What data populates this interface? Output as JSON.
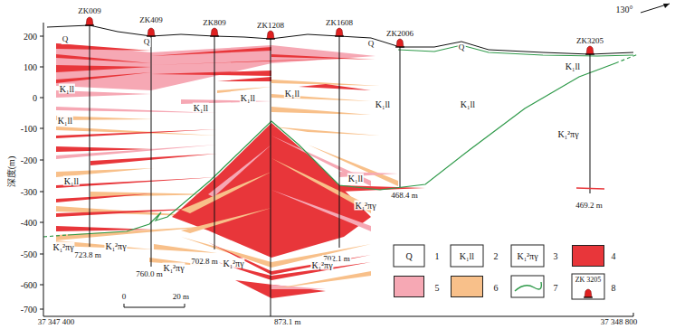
{
  "diagram": {
    "labels": [
      "ZK009",
      "ZK409",
      "ZK809",
      "ZK1208",
      "ZK1608",
      "ZK2006",
      "ZK3205",
      "723.8 m",
      "760.0 m",
      "702.8 m",
      "873.1 m",
      "702.1 m",
      "468.4 m",
      "469.2 m",
      "200",
      "100",
      "0",
      "-100",
      "-200",
      "-300",
      "-400",
      "-500",
      "-600",
      "-700",
      "深度(m)",
      "37 347 400",
      "37 348 800",
      "130°",
      "0",
      "20 m",
      "Q",
      "Q",
      "Q",
      "Q",
      "K₁ll",
      "K₁ll",
      "K₁ll",
      "K₁ll",
      "K₁ll",
      "K₁ll",
      "K₁ll",
      "K₁ll",
      "K₁ll",
      "K₁ll",
      "K₁²πγ",
      "K₁²πγ",
      "K₁²πγ",
      "K₁²πγ",
      "K₁²πγ",
      "K₁²πγ",
      "K₁²πγ",
      "Q",
      "K₁ll",
      "K₁²πγ",
      "ZK 3205"
    ],
    "legend": [
      {
        "text": "1"
      },
      {
        "text": "2"
      },
      {
        "text": "3"
      },
      {
        "text": "4",
        "color": "#e8363a"
      },
      {
        "text": "5",
        "color": "#f6a8b4"
      },
      {
        "text": "6",
        "color": "#f8c08a"
      },
      {
        "text": "7"
      },
      {
        "text": "8"
      }
    ]
  }
}
